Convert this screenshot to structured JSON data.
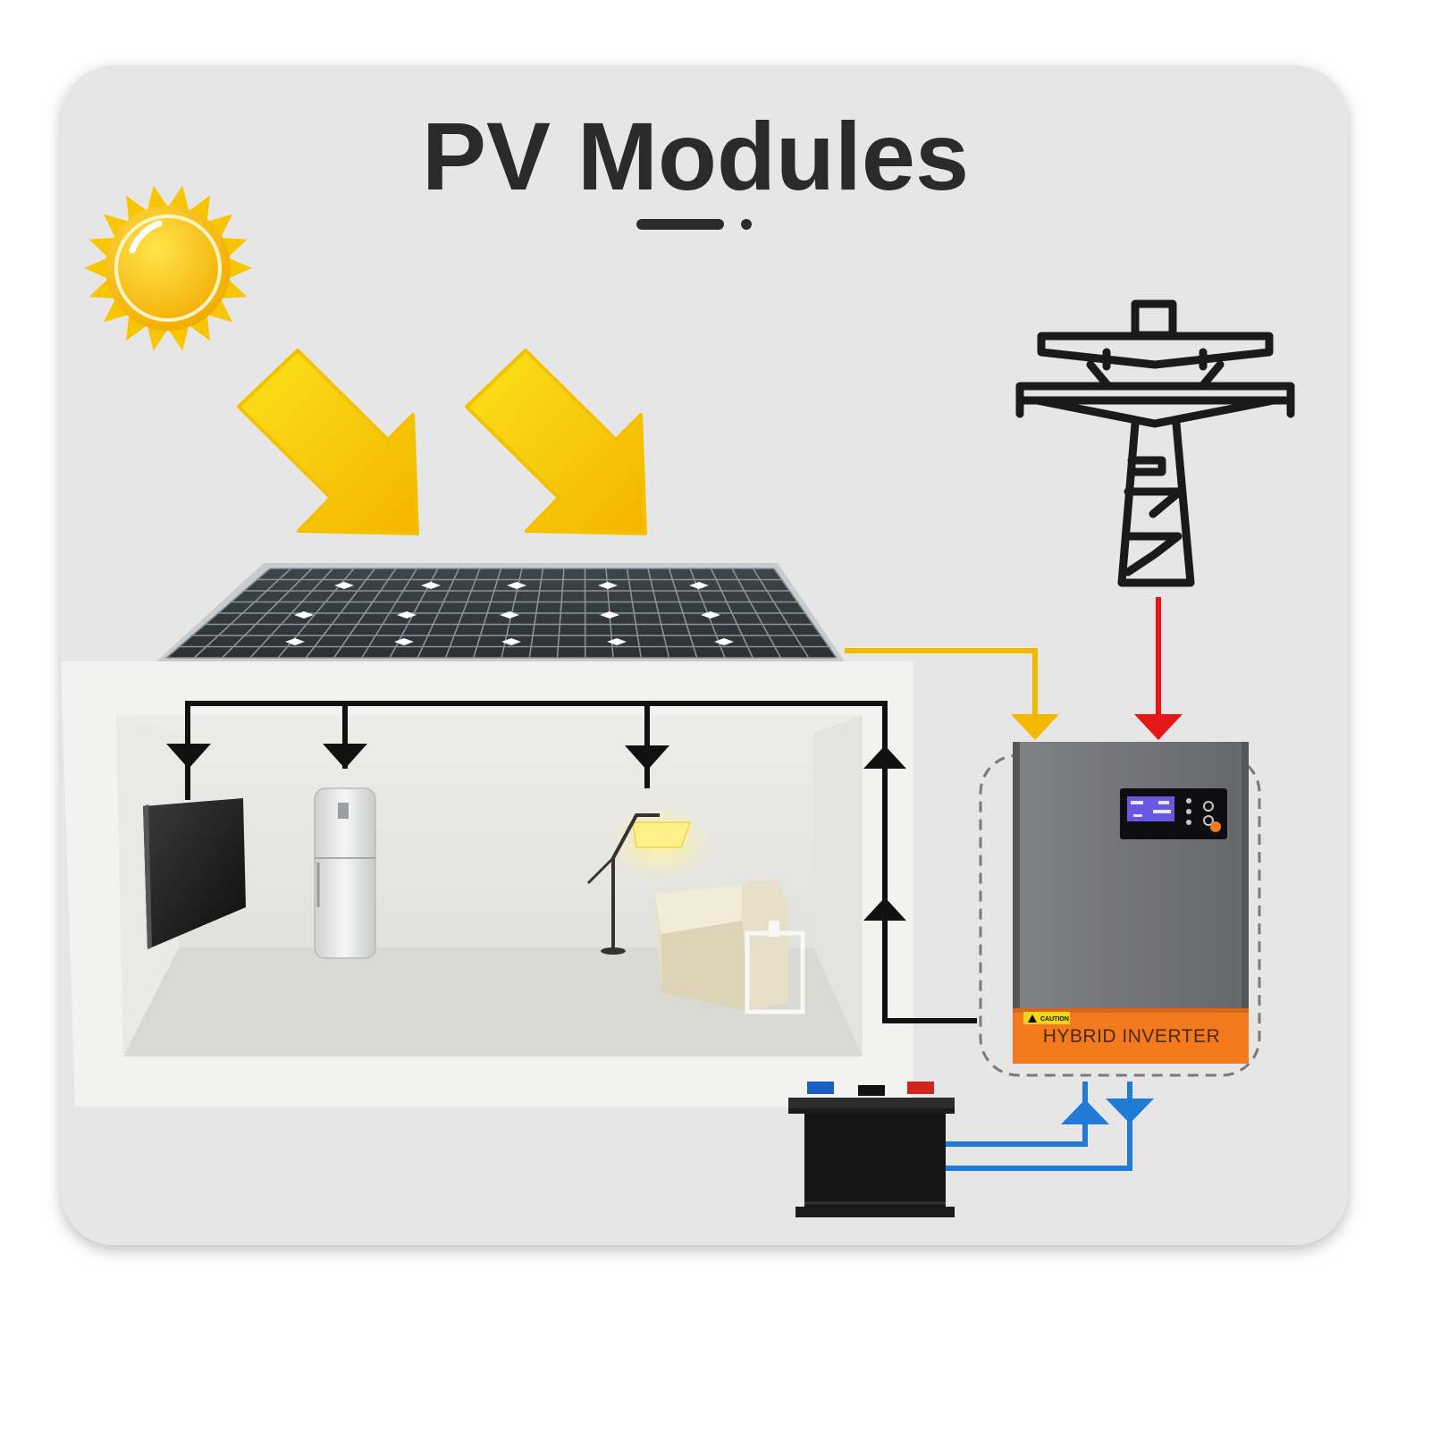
{
  "header": {
    "title": "PV Modules"
  },
  "inverter": {
    "label": "HYBRID INVERTER",
    "caution_label": "CAUTION"
  },
  "colors": {
    "card_background": "#e6e6e6",
    "pv_line": "#f5b800",
    "grid_line": "#e51616",
    "battery_line": "#1f7bd6",
    "load_line": "#111111",
    "inverter_body": "#6f7073",
    "inverter_accent": "#f47a1f",
    "sun": "#f7c600",
    "sun_arrows": "#f5c400"
  },
  "icons": [
    "sun-icon",
    "sunlight-arrow-icon",
    "power-pylon-icon",
    "solar-panel-icon",
    "tv-icon",
    "fridge-icon",
    "floor-lamp-icon",
    "sofa-icon",
    "battery-icon",
    "hybrid-inverter-icon"
  ]
}
